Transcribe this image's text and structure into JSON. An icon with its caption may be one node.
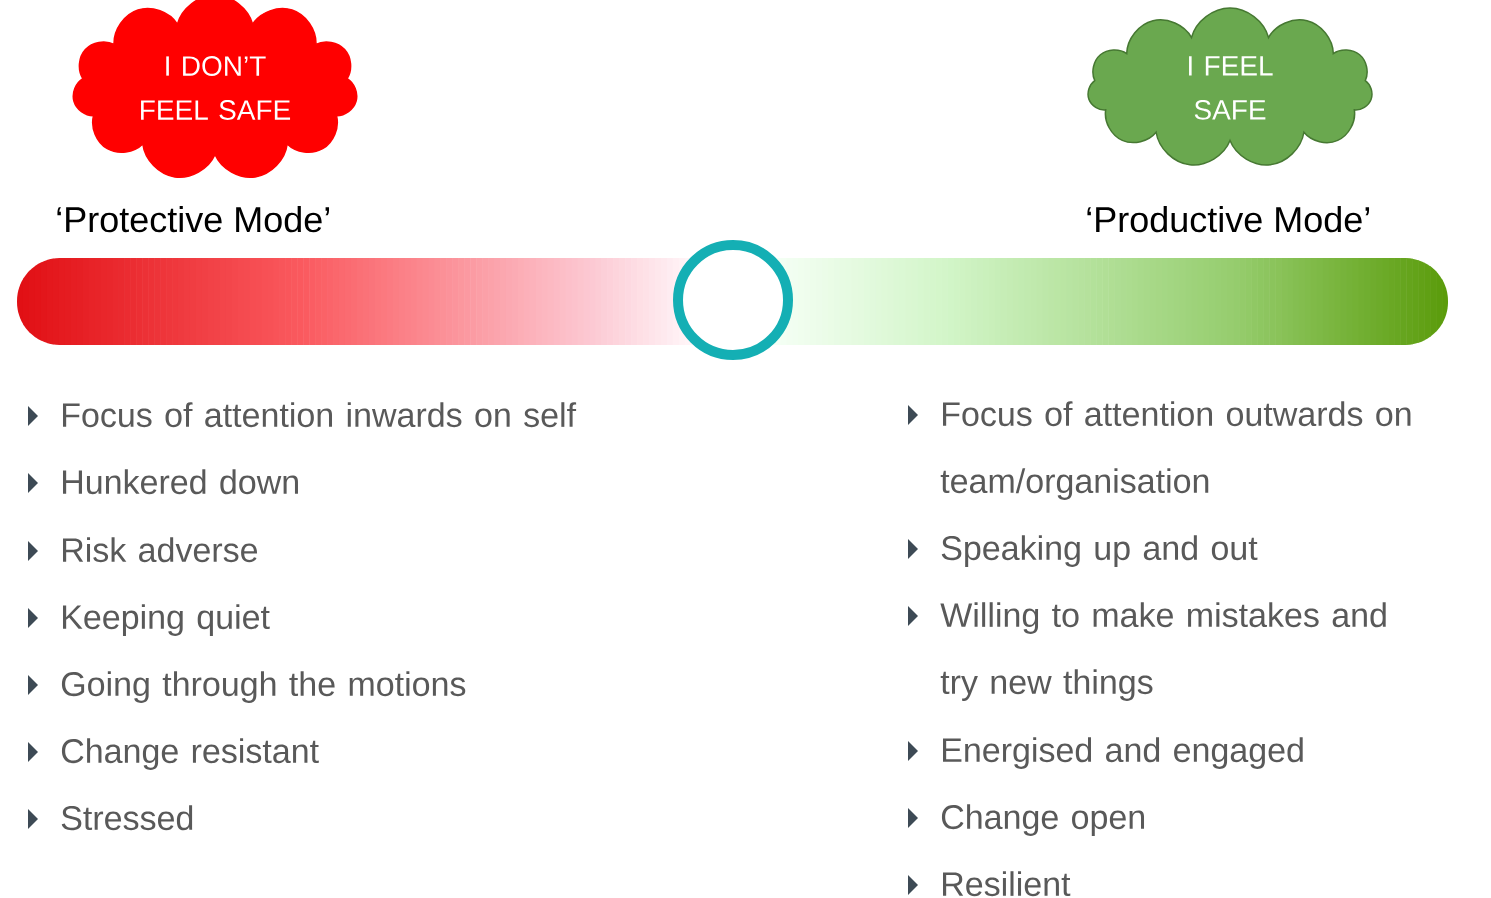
{
  "diagram": {
    "nodes": [
      {
        "text": [
          "I DON’T FEEL SAFE"
        ]
      },
      {
        "text": [
          "I FEEL SAFE"
        ]
      },
      {
        "text": [],
        "shape": "circle"
      }
    ],
    "edges": [],
    "labels": [
      "‘Protective Mode’",
      "‘Productive Mode’",
      "Focus of attention inwards on self",
      "Hunkered down",
      "Risk adverse",
      "Keeping quiet",
      "Going through the motions",
      "Change resistant",
      "Stressed",
      "Focus of attention outwards on team/organisation",
      "Speaking up and out",
      "Willing to make mistakes and try new things",
      "Energised and engaged",
      "Change open",
      "Resilient"
    ]
  }
}
